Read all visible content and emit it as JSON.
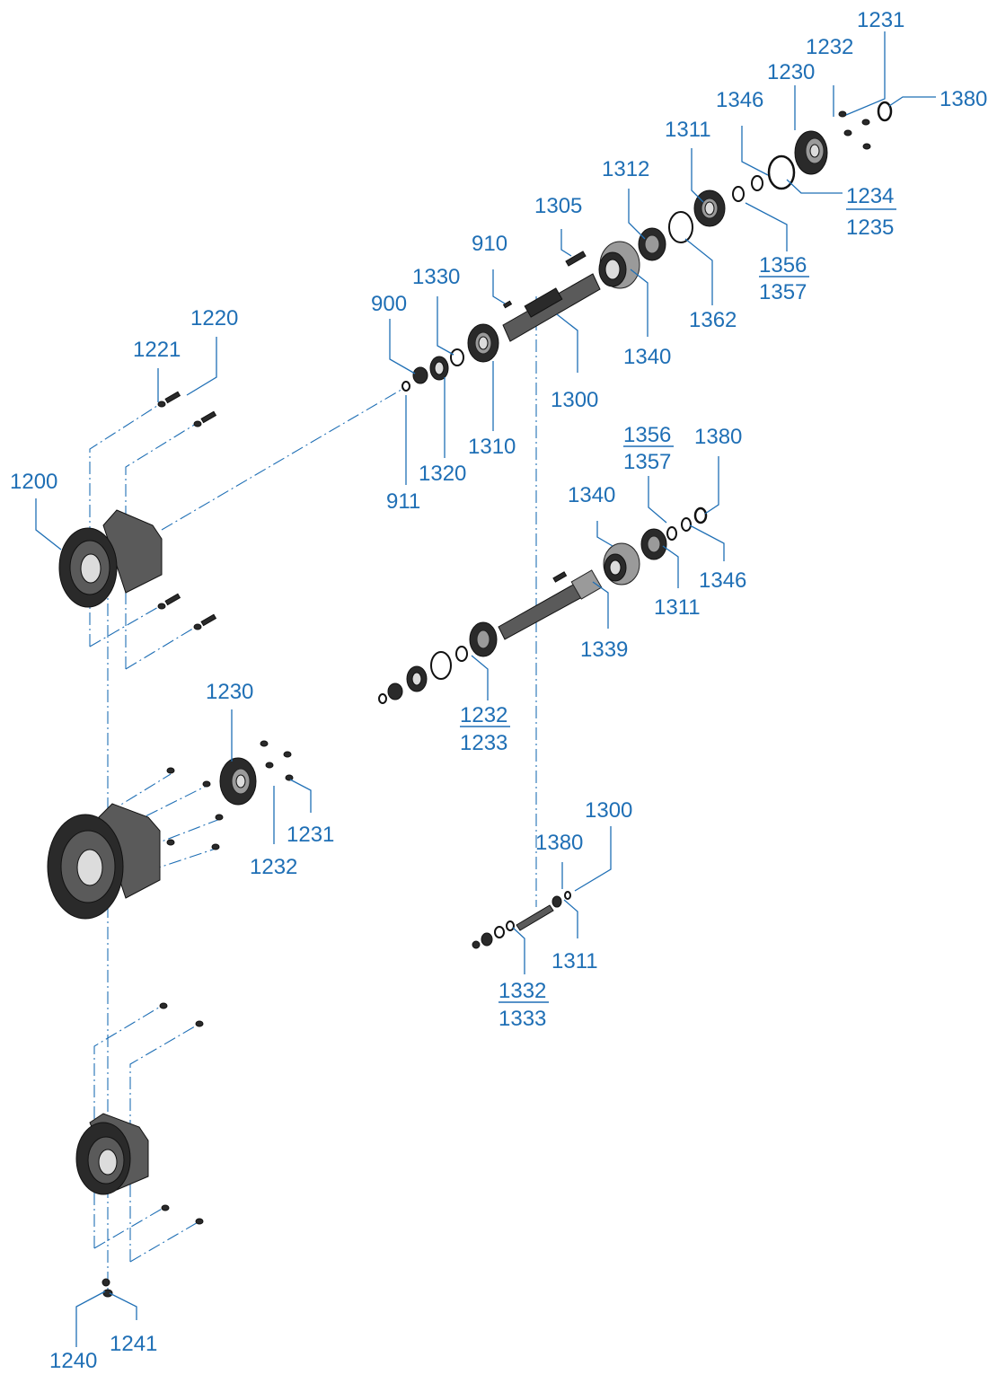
{
  "colors": {
    "label": "#1f6fb5",
    "part": "#2a2a2a"
  },
  "labels": {
    "l1231a": "1231",
    "l1232a": "1232",
    "l1230a": "1230",
    "l1380a": "1380",
    "l1346a": "1346",
    "l1311a": "1311",
    "l1234": "1234",
    "l1235": "1235",
    "l1312": "1312",
    "l1305": "1305",
    "l1356a": "1356",
    "l1357a": "1357",
    "l910": "910",
    "l1362": "1362",
    "l1330": "1330",
    "l900": "900",
    "l1340a": "1340",
    "l1300a": "1300",
    "l1220": "1220",
    "l1221": "1221",
    "l1310": "1310",
    "l1320": "1320",
    "l911": "911",
    "l1200": "1200",
    "l1356b": "1356",
    "l1357b": "1357",
    "l1380b": "1380",
    "l1340b": "1340",
    "l1346b": "1346",
    "l1311b": "1311",
    "l1339": "1339",
    "l1232b": "1232",
    "l1233": "1233",
    "l1230b": "1230",
    "l1231b": "1231",
    "l1232c": "1232",
    "l1300b": "1300",
    "l1380c": "1380",
    "l1311c": "1311",
    "l1332": "1332",
    "l1333": "1333",
    "l1240": "1240",
    "l1241": "1241"
  }
}
